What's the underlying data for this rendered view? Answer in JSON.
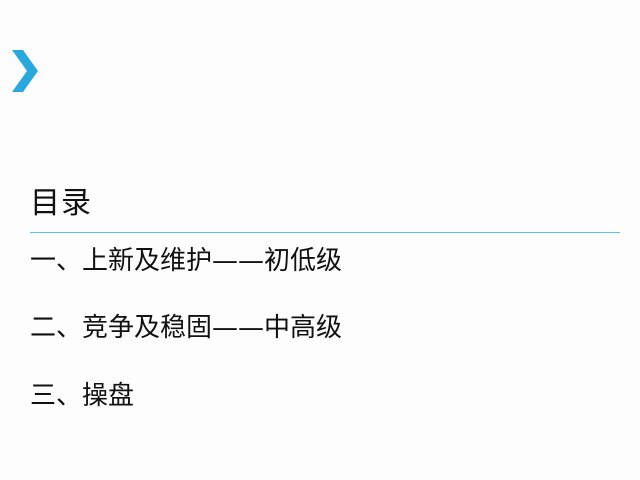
{
  "slide": {
    "accent_color": "#29a8e0",
    "divider_color": "#5bc2e7",
    "decoration_icon": "chevron-right-icon",
    "title": "目录",
    "items": [
      {
        "label": "一、上新及维护——初低级"
      },
      {
        "label": "二、竞争及稳固——中高级"
      },
      {
        "label": "三、操盘"
      }
    ]
  }
}
